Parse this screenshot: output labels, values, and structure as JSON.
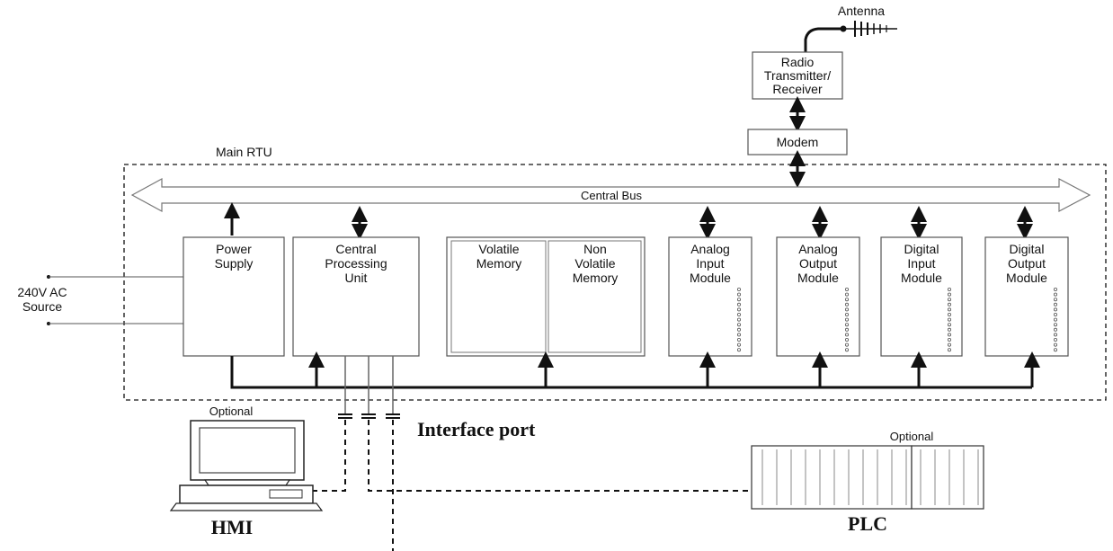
{
  "labels": {
    "antenna": "Antenna",
    "radio": [
      "Radio",
      "Transmitter/",
      "Receiver"
    ],
    "modem": "Modem",
    "main_rtu": "Main RTU",
    "central_bus": "Central Bus",
    "power_supply": [
      "Power",
      "Supply"
    ],
    "cpu": [
      "Central",
      "Processing",
      "Unit"
    ],
    "volatile_memory": [
      "Volatile",
      "Memory"
    ],
    "non_volatile_memory": [
      "Non",
      "Volatile",
      "Memory"
    ],
    "analog_input": [
      "Analog",
      "Input",
      "Module"
    ],
    "analog_output": [
      "Analog",
      "Output",
      "Module"
    ],
    "digital_input": [
      "Digital",
      "Input",
      "Module"
    ],
    "digital_output": [
      "Digital",
      "Output",
      "Module"
    ],
    "ac_source": [
      "240V AC",
      "Source"
    ],
    "optional_hmi": "Optional",
    "optional_plc": "Optional",
    "interface_port": "Interface port",
    "hmi": "HMI",
    "plc": "PLC"
  }
}
